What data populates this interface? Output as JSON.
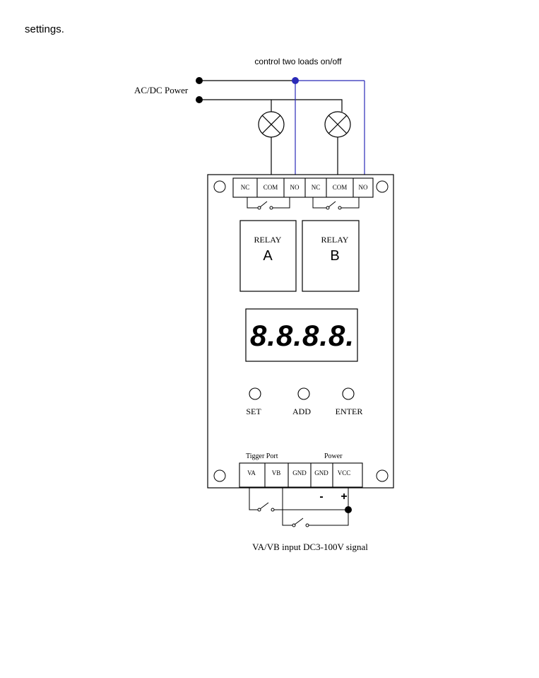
{
  "intro_text": "settings.",
  "diagram": {
    "title": "control two loads  on/off",
    "power_label": "AC/DC Power",
    "terminals_top": [
      "NC",
      "COM",
      "NO",
      "NC",
      "COM",
      "NO"
    ],
    "relays": [
      {
        "label": "RELAY",
        "letter": "A"
      },
      {
        "label": "RELAY",
        "letter": "B"
      }
    ],
    "display_value": "8.8.8.8.",
    "buttons": [
      "SET",
      "ADD",
      "ENTER"
    ],
    "trigger_port_label": "Tigger Port",
    "power_port_label": "Power",
    "terminals_bottom": [
      "VA",
      "VB",
      "GND",
      "GND",
      "VCC"
    ],
    "minus_sign": "-",
    "plus_sign": "+",
    "caption": "VA/VB input DC3-100V  signal",
    "colors": {
      "line": "#000000",
      "highlight_wire": "#2a2ab8"
    }
  }
}
